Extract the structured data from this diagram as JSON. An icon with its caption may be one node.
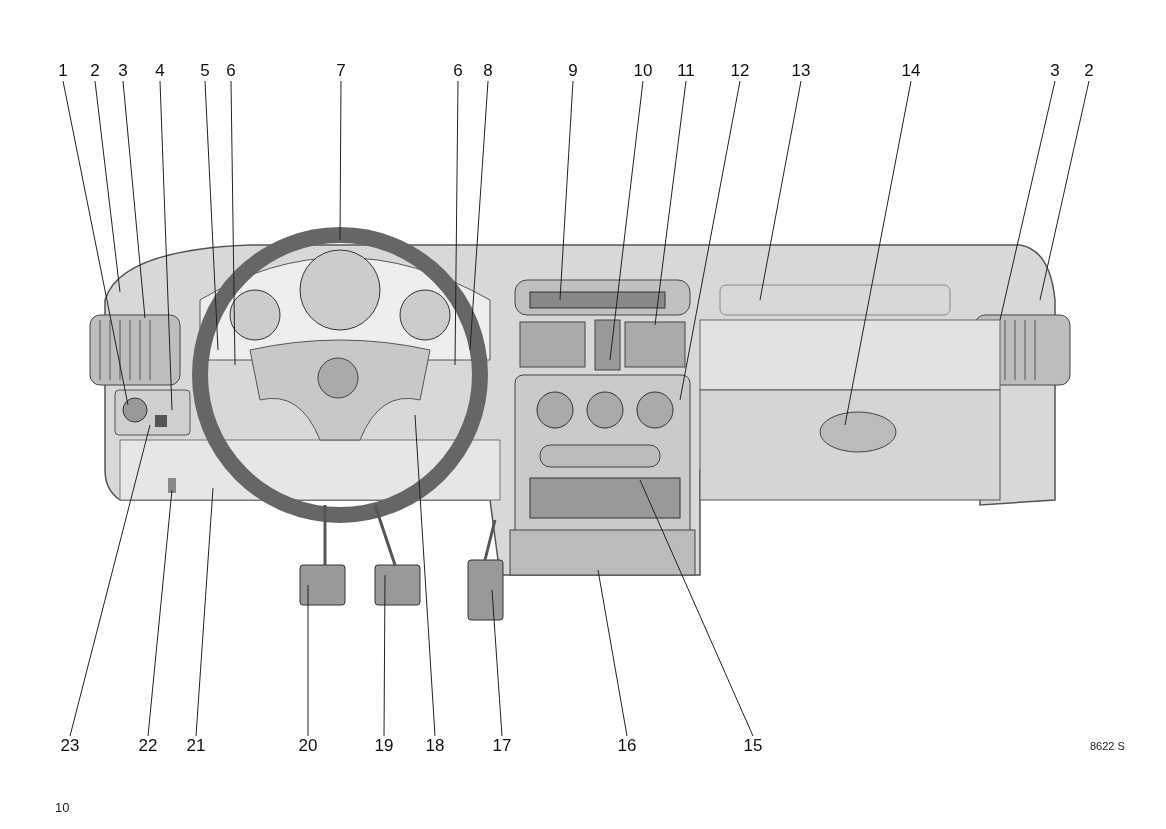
{
  "diagram": {
    "nodes": [
      {
        "text": [
          "1"
        ]
      },
      {
        "text": [
          "2"
        ]
      },
      {
        "text": [
          "3"
        ]
      },
      {
        "text": [
          "4"
        ]
      },
      {
        "text": [
          "5"
        ]
      },
      {
        "text": [
          "6"
        ]
      },
      {
        "text": [
          "7"
        ]
      },
      {
        "text": [
          "6"
        ]
      },
      {
        "text": [
          "8"
        ]
      },
      {
        "text": [
          "9"
        ]
      },
      {
        "text": [
          "10"
        ]
      },
      {
        "text": [
          "11"
        ]
      },
      {
        "text": [
          "12"
        ]
      },
      {
        "text": [
          "13"
        ]
      },
      {
        "text": [
          "14"
        ]
      },
      {
        "text": [
          "3"
        ]
      },
      {
        "text": [
          "2"
        ]
      },
      {
        "text": [
          "23"
        ]
      },
      {
        "text": [
          "22"
        ]
      },
      {
        "text": [
          "21"
        ]
      },
      {
        "text": [
          "20"
        ]
      },
      {
        "text": [
          "19"
        ]
      },
      {
        "text": [
          "18"
        ]
      },
      {
        "text": [
          "17"
        ]
      },
      {
        "text": [
          "16"
        ]
      },
      {
        "text": [
          "15"
        ]
      }
    ],
    "edges": [
      {
        "from": 0,
        "to": null,
        "arrow": "none"
      },
      {
        "from": 1,
        "to": null,
        "arrow": "none"
      },
      {
        "from": 2,
        "to": null,
        "arrow": "none"
      },
      {
        "from": 3,
        "to": null,
        "arrow": "none"
      },
      {
        "from": 4,
        "to": null,
        "arrow": "none"
      },
      {
        "from": 5,
        "to": null,
        "arrow": "none"
      },
      {
        "from": 6,
        "to": null,
        "arrow": "none"
      },
      {
        "from": 7,
        "to": null,
        "arrow": "none"
      },
      {
        "from": 8,
        "to": null,
        "arrow": "none"
      },
      {
        "from": 9,
        "to": null,
        "arrow": "none"
      },
      {
        "from": 10,
        "to": null,
        "arrow": "none"
      },
      {
        "from": 11,
        "to": null,
        "arrow": "none"
      },
      {
        "from": 12,
        "to": null,
        "arrow": "none"
      },
      {
        "from": 13,
        "to": null,
        "arrow": "none"
      },
      {
        "from": 14,
        "to": null,
        "arrow": "none"
      },
      {
        "from": 15,
        "to": null,
        "arrow": "none"
      },
      {
        "from": 16,
        "to": null,
        "arrow": "none"
      },
      {
        "from": 17,
        "to": null,
        "arrow": "none"
      },
      {
        "from": 18,
        "to": null,
        "arrow": "none"
      },
      {
        "from": 19,
        "to": null,
        "arrow": "none"
      },
      {
        "from": 20,
        "to": null,
        "arrow": "none"
      },
      {
        "from": 21,
        "to": null,
        "arrow": "none"
      },
      {
        "from": 22,
        "to": null,
        "arrow": "none"
      },
      {
        "from": 23,
        "to": null,
        "arrow": "none"
      },
      {
        "from": 24,
        "to": null,
        "arrow": "none"
      },
      {
        "from": 25,
        "to": null,
        "arrow": "none"
      }
    ],
    "labels": [
      "8622 S",
      "10"
    ]
  }
}
